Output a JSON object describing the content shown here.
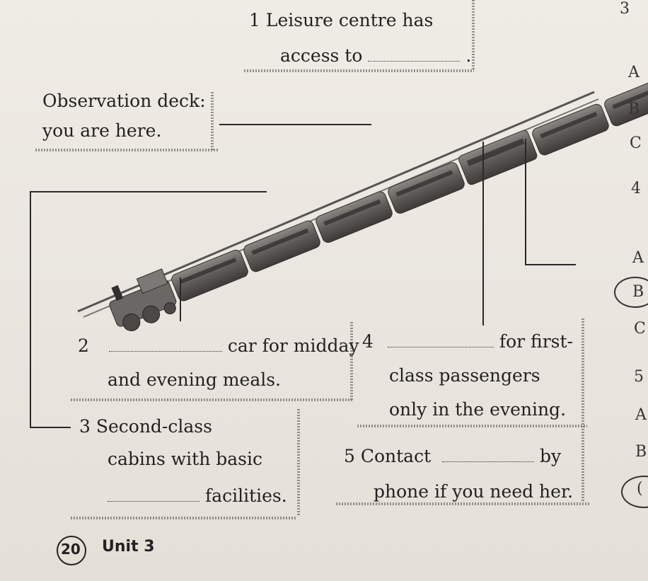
{
  "labels": {
    "item1_line1": "1  Leisure centre has",
    "item1_line2": "access to",
    "item1_end": ".",
    "observation_line1": "Observation deck:",
    "observation_line2": "you are here.",
    "item2_num": "2",
    "item2_line1_end": "car for midday",
    "item2_line2": "and evening meals.",
    "item3_line1": "3  Second-class",
    "item3_line2": "cabins with basic",
    "item3_line3_end": "facilities.",
    "item4_num": "4",
    "item4_line1_end": "for first-",
    "item4_line2": "class passengers",
    "item4_line3": "only in the evening.",
    "item5_line1_start": "5  Contact",
    "item5_line1_end": "by",
    "item5_line2": "phone if you need her."
  },
  "side_letters": [
    "3",
    "A",
    "B",
    "C",
    "4",
    "A",
    "B",
    "C",
    "5",
    "A",
    "B",
    "("
  ],
  "footer": {
    "page_number": "20",
    "unit": "Unit 3"
  },
  "colors": {
    "paper": "#ece8e1",
    "ink": "#222222",
    "train_body": "#6a6a66",
    "train_dark": "#3b3b39"
  }
}
